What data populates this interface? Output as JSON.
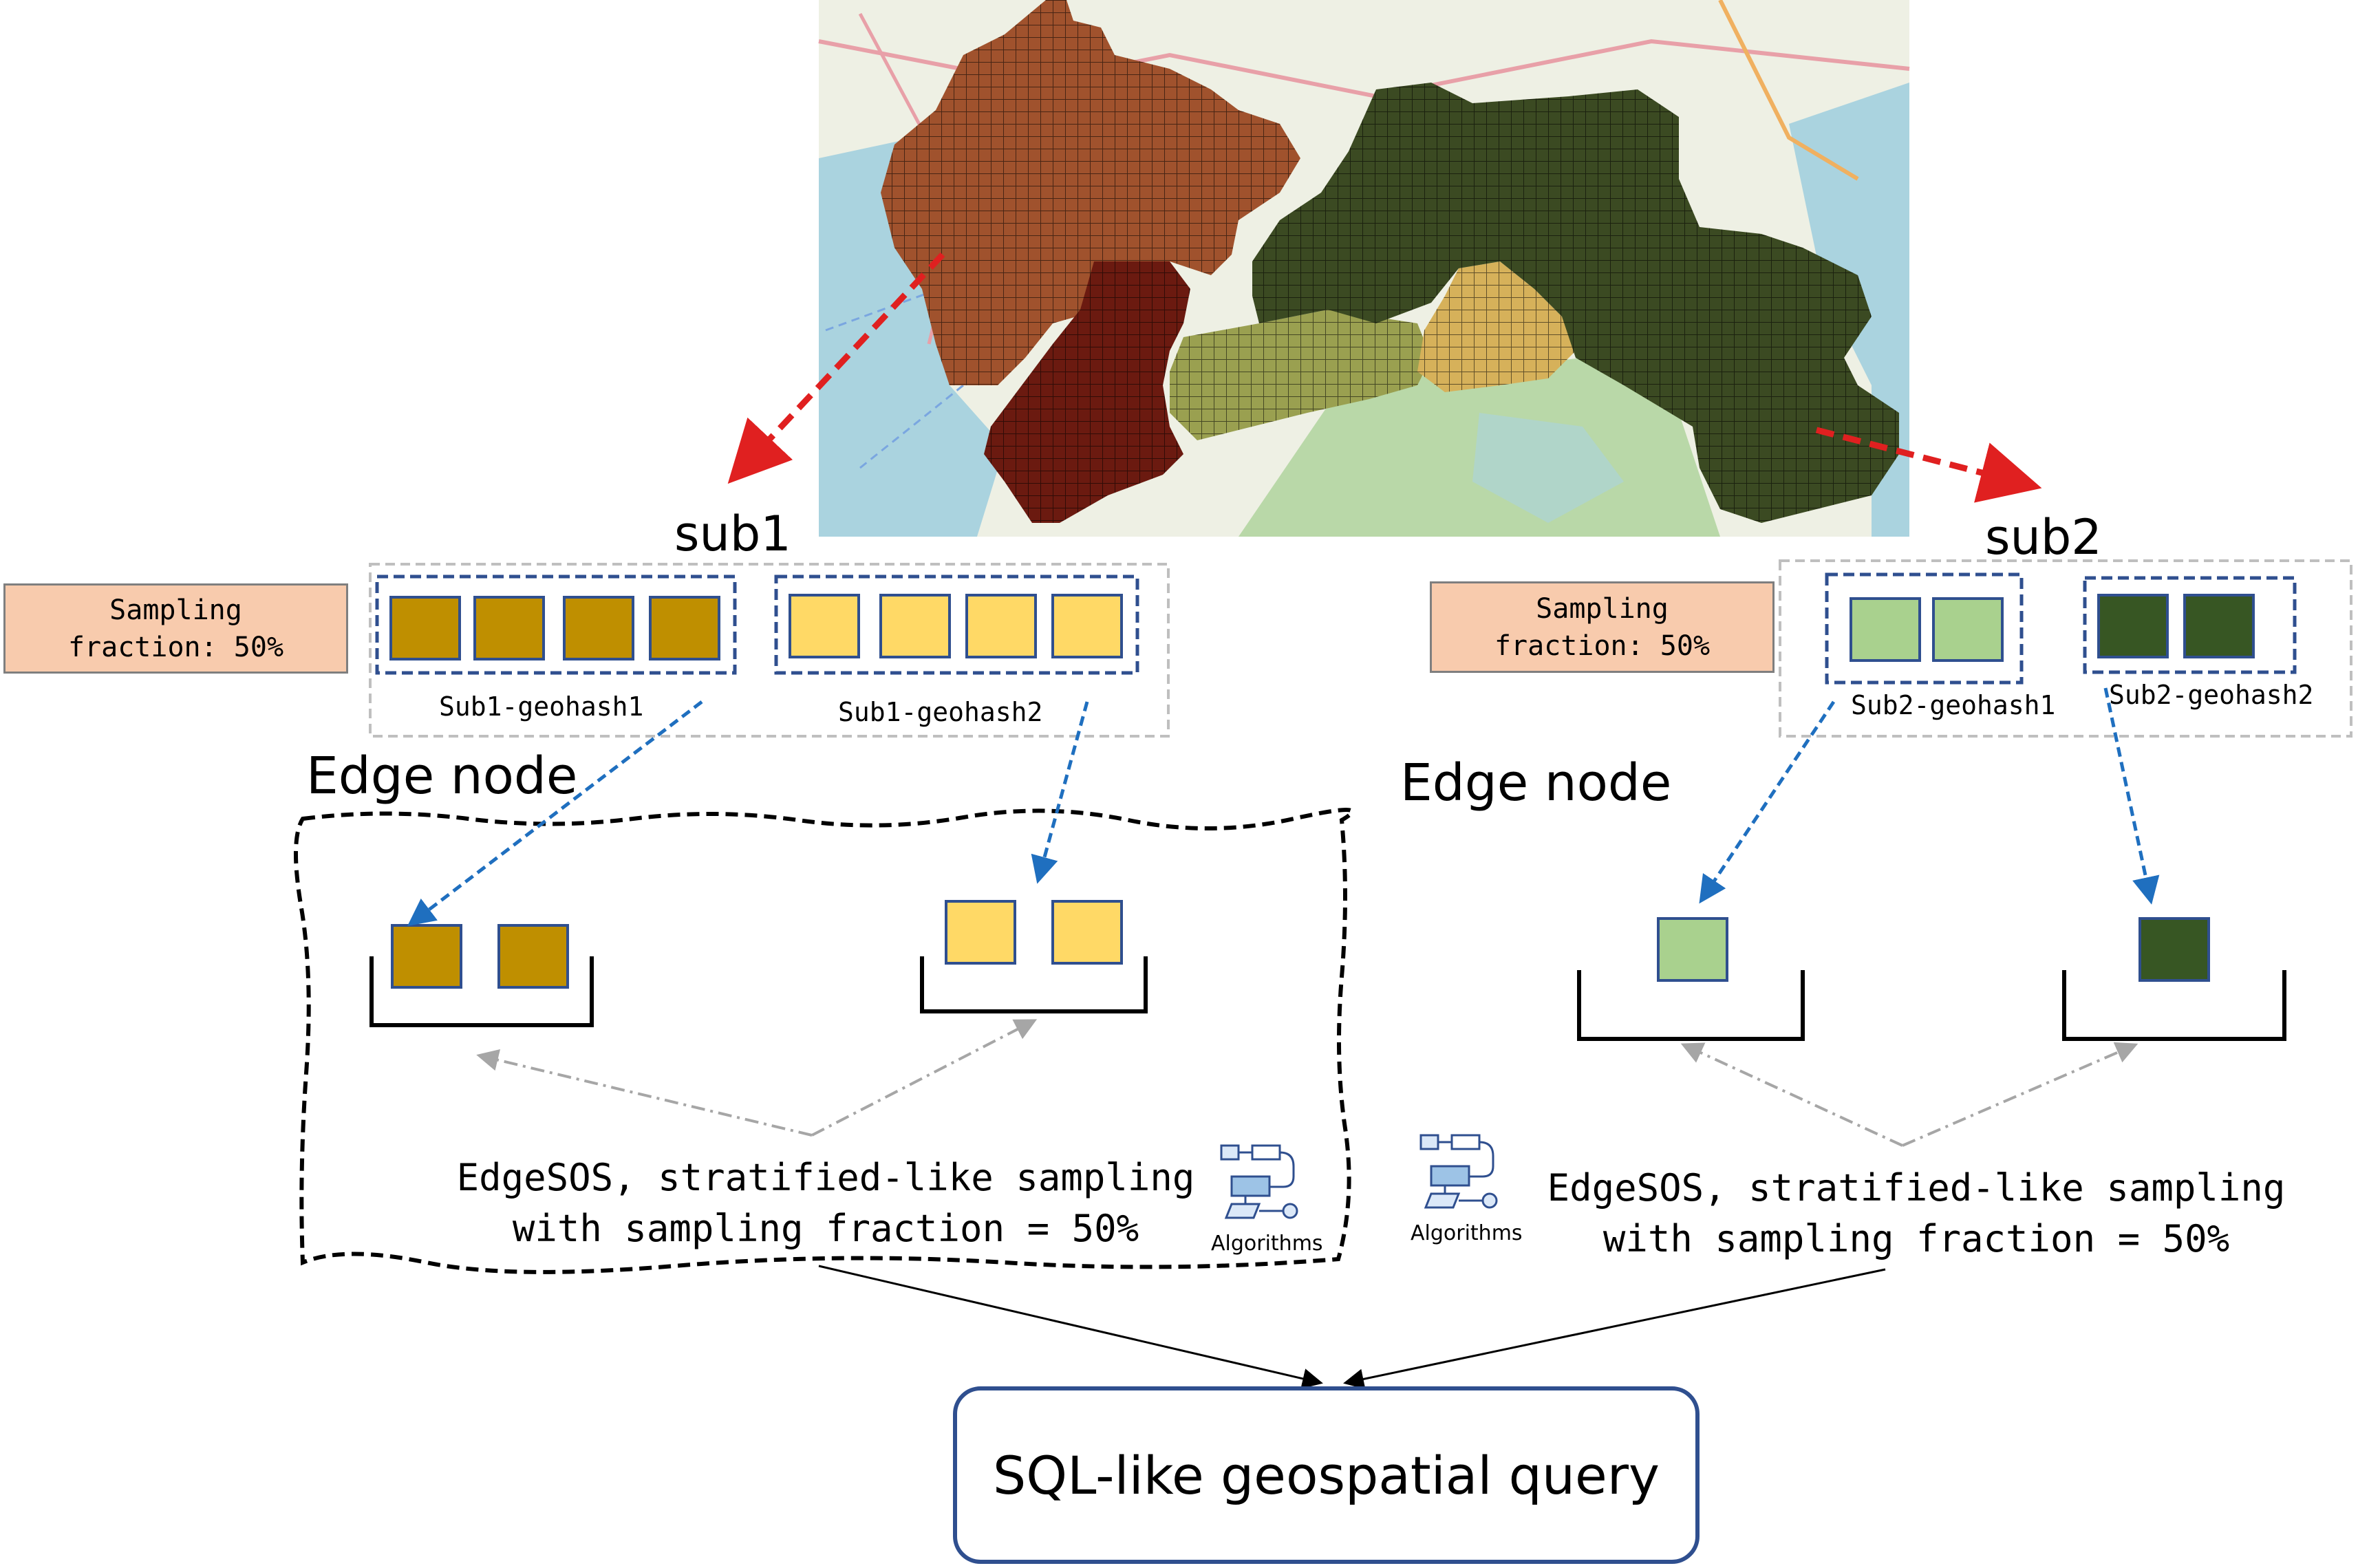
{
  "sub1": {
    "label": "sub1",
    "sampling_label": "Sampling\nfraction: 50%",
    "geohash1_label": "Sub1-geohash1",
    "geohash2_label": "Sub1-geohash2",
    "edge_label": "Edge node",
    "algo_line1": "EdgeSOS, stratified-like sampling",
    "algo_line2": "with sampling fraction = 50%",
    "algorithms_caption": "Algorithms"
  },
  "sub2": {
    "label": "sub2",
    "sampling_label": "Sampling\nfraction: 50%",
    "geohash1_label": "Sub2-geohash1",
    "geohash2_label": "Sub2-geohash2",
    "edge_label": "Edge node",
    "algo_line1": "EdgeSOS, stratified-like sampling",
    "algo_line2": "with sampling fraction = 50%",
    "algorithms_caption": "Algorithms"
  },
  "query": {
    "label": "SQL-like geospatial query"
  },
  "colors": {
    "sub1_geohash1": "#bf8f00",
    "sub1_geohash2": "#ffd966",
    "sub2_geohash1": "#a9d18e",
    "sub2_geohash2": "#375623",
    "map_region_brown": "#a0522d",
    "map_region_darkred": "#6b1a10",
    "map_region_darkgreen": "#3b4a22",
    "map_region_olive": "#9aa050",
    "map_region_tan": "#d6b15a",
    "dashed_blue": "#1f6fbf",
    "dashed_red": "#e02020",
    "box_border": "#2f4f8f"
  }
}
